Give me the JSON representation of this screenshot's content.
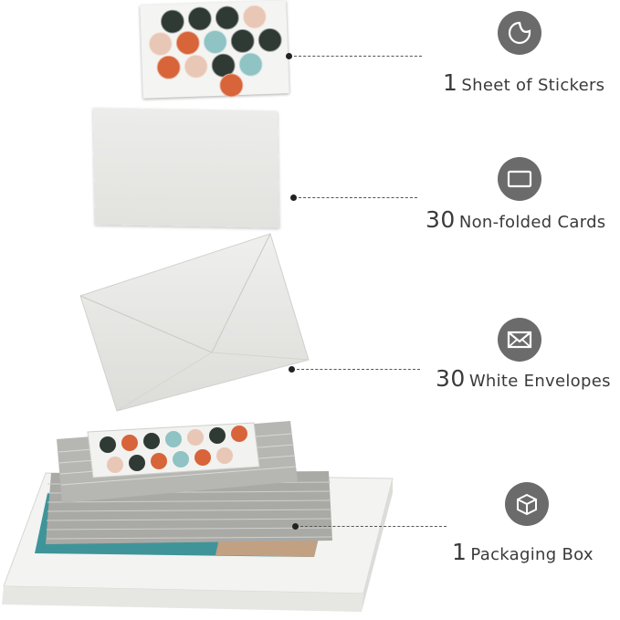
{
  "items": [
    {
      "count": "1",
      "label": "Sheet of Stickers",
      "icon": "sticker-icon"
    },
    {
      "count": "30",
      "label": "Non-folded Cards",
      "icon": "card-icon"
    },
    {
      "count": "30",
      "label": "White Envelopes",
      "icon": "envelope-icon"
    },
    {
      "count": "1",
      "label": "Packaging Box",
      "icon": "box-icon"
    }
  ],
  "colors": {
    "icon_bg": "#6b6b6b",
    "sticker_dark": "#2f3a35",
    "sticker_orange": "#d8643a",
    "sticker_floral": "#e9c7b6",
    "sticker_teal": "#8fc3c4",
    "box_teal": "#2b8a8f"
  }
}
